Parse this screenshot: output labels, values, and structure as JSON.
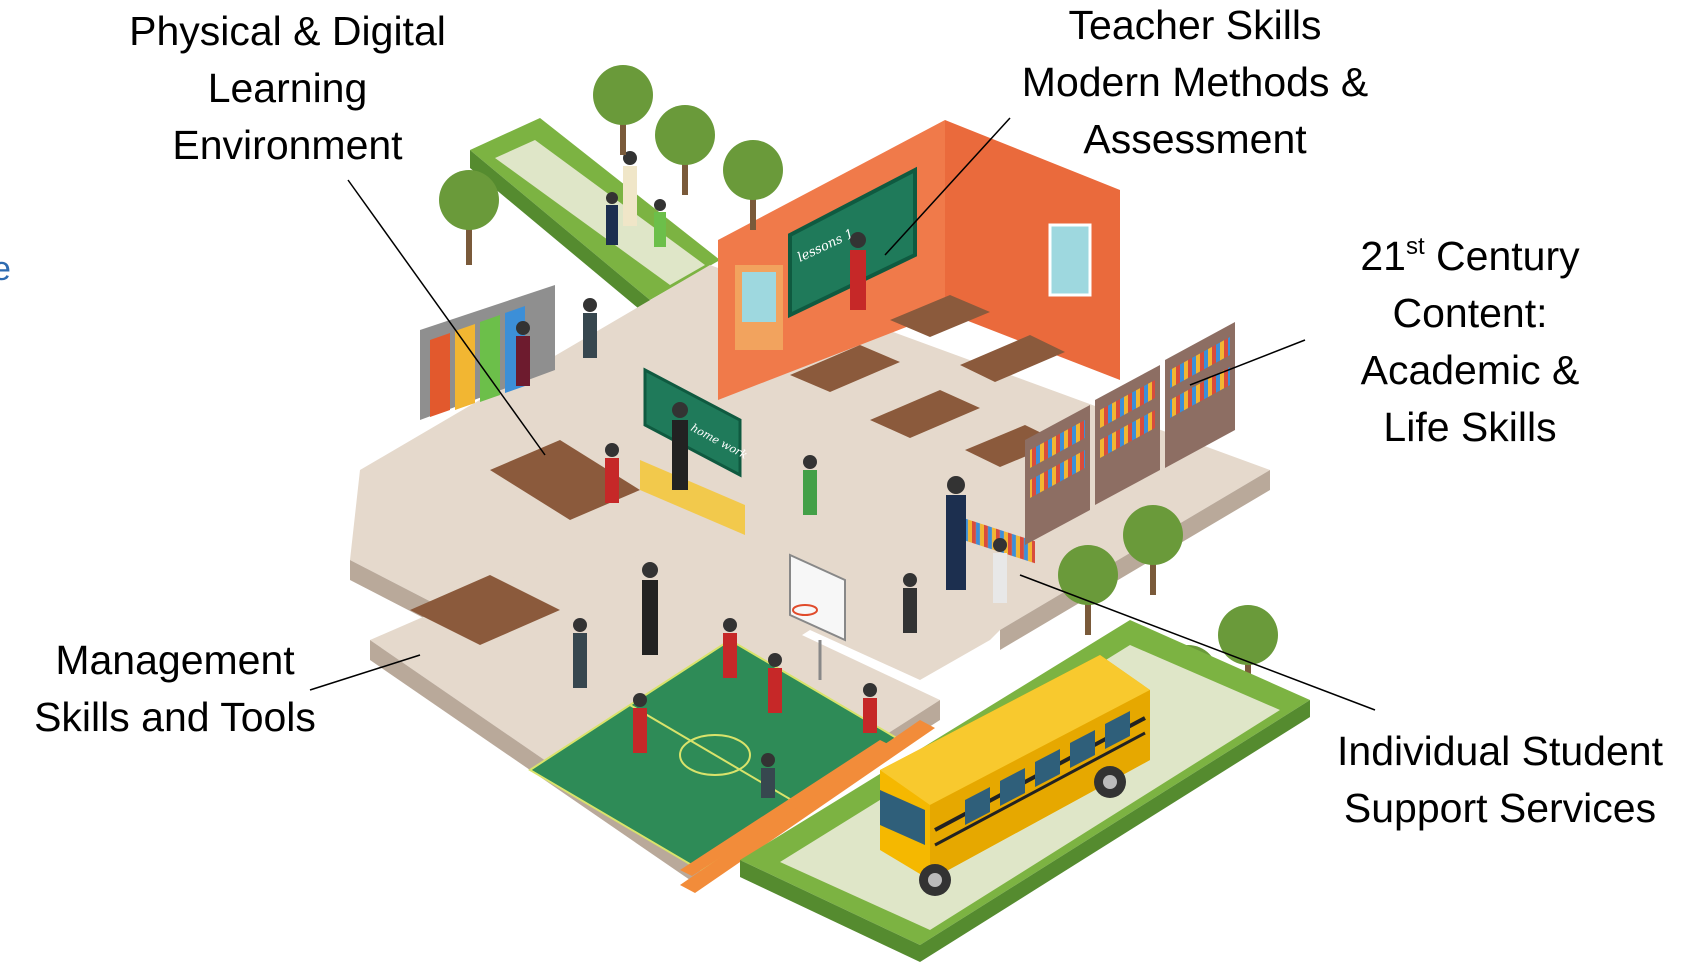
{
  "labels": {
    "physical_digital": [
      "Physical & Digital",
      "Learning",
      "Environment"
    ],
    "teacher_skills": [
      "Teacher Skills",
      "Modern Methods &",
      "Assessment"
    ],
    "century_content": {
      "num": "21",
      "sup": "st",
      "rest": " Century",
      "lines": [
        "Content:",
        "Academic &",
        "Life Skills"
      ]
    },
    "management": [
      "Management",
      "Skills and Tools"
    ],
    "student_support": [
      "Individual Student",
      "Support Services"
    ]
  },
  "scene": {
    "chalkboard_main": "lessons 1",
    "chalkboard_small": "home work"
  },
  "edge_text": "e",
  "colors": {
    "floor": "#e5d9cc",
    "floor_edge": "#b9a99a",
    "grass": "#7cb342",
    "grass_dark": "#558b2f",
    "path": "#dfe6c8",
    "wall_orange": "#f07a4a",
    "court": "#2e8b57",
    "bus": "#f5b800"
  }
}
